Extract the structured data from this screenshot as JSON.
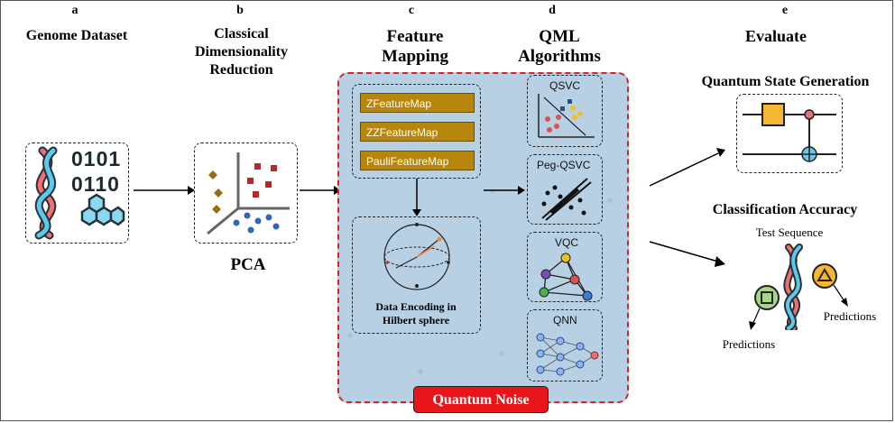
{
  "panels": {
    "a": {
      "letter": "a",
      "title": "Genome Dataset",
      "icon_text": [
        "0101",
        "0110"
      ]
    },
    "b": {
      "letter": "b",
      "title_lines": [
        "Classical",
        "Dimensionality",
        "Reduction"
      ],
      "caption": "PCA"
    },
    "c": {
      "letter": "c",
      "title_lines": [
        "Feature",
        "Mapping"
      ],
      "feature_maps": [
        "ZFeatureMap",
        "ZZFeatureMap",
        "PauliFeatureMap"
      ],
      "encoding_lines": [
        "Data Encoding in",
        "Hilbert sphere"
      ]
    },
    "d": {
      "letter": "d",
      "title_lines": [
        "QML",
        "Algorithms"
      ],
      "algorithms": [
        "QSVC",
        "Peg-QSVC",
        "VQC",
        "QNN"
      ]
    },
    "e": {
      "letter": "e",
      "title": "Evaluate",
      "state_title": "Quantum State Generation",
      "accuracy_title": "Classification Accuracy",
      "test_sequence": "Test Sequence",
      "predictions_left": "Predictions",
      "predictions_right": "Predictions"
    }
  },
  "noise_label": "Quantum Noise",
  "colors": {
    "noise_border": "#e02020",
    "noise_badge": "#e8161a",
    "noise_fill": "#b8d0e4",
    "feature_map_fill": "#b8860b",
    "gate_fill": "#f5b731"
  }
}
